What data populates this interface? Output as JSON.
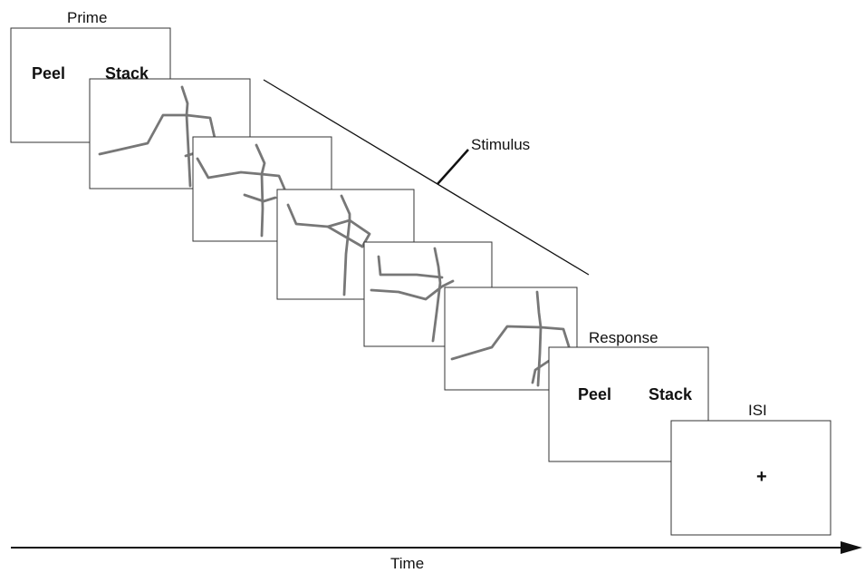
{
  "labels": {
    "prime": "Prime",
    "stimulus": "Stimulus",
    "response": "Response",
    "isi": "ISI",
    "time": "Time"
  },
  "prime_frame": {
    "left_word": "Peel",
    "right_word": "Stack"
  },
  "response_frame": {
    "left_word": "Peel",
    "right_word": "Stack"
  },
  "isi_frame": {
    "symbol": "+"
  },
  "colors": {
    "line": "#111111",
    "figure": "#777777",
    "frame_border": "#333333"
  }
}
